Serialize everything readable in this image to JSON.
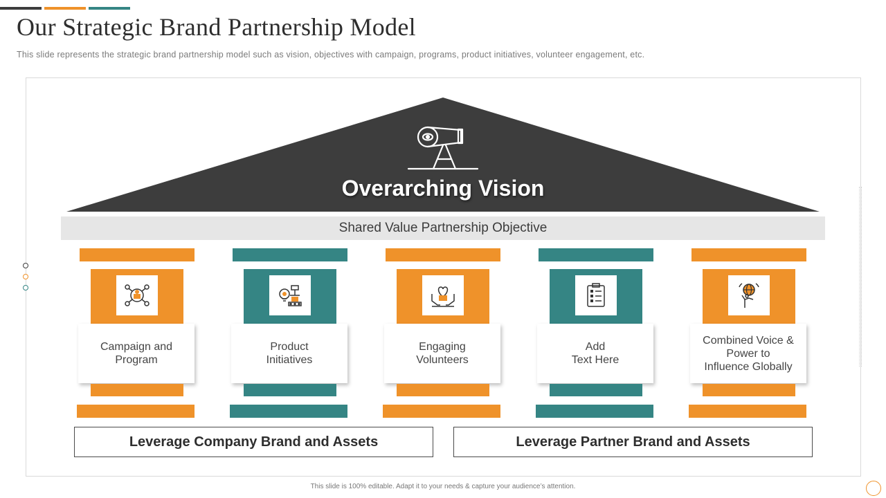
{
  "header": {
    "title": "Our Strategic Brand Partnership Model",
    "subtitle": "This slide represents the strategic brand partnership model such as vision, objectives with campaign, programs, product initiatives, volunteer engagement, etc."
  },
  "diagram": {
    "vision": {
      "label": "Overarching Vision",
      "icon": "telescope-icon"
    },
    "objective": "Shared Value Partnership Objective",
    "pillars": [
      {
        "label": "Campaign and\nProgram",
        "color": "orange",
        "icon": "campaign-network-icon"
      },
      {
        "label": "Product\nInitiatives",
        "color": "teal",
        "icon": "product-idea-icon"
      },
      {
        "label": "Engaging\nVolunteers",
        "color": "orange",
        "icon": "volunteer-hands-icon"
      },
      {
        "label": "Add\nText Here",
        "color": "teal",
        "icon": "clipboard-icon"
      },
      {
        "label": "Combined Voice &\nPower to\nInfluence  Globally",
        "color": "orange",
        "icon": "global-influence-icon"
      }
    ],
    "foundation": {
      "left": "Leverage Company Brand and Assets",
      "right": "Leverage Partner Brand and Assets"
    }
  },
  "colors": {
    "orange": "#ef922a",
    "teal": "#358584",
    "dark": "#3d3d3d",
    "objective_bg": "#e6e6e6"
  },
  "footer": "This slide is 100% editable.  Adapt it to your needs & capture your audience’s attention."
}
